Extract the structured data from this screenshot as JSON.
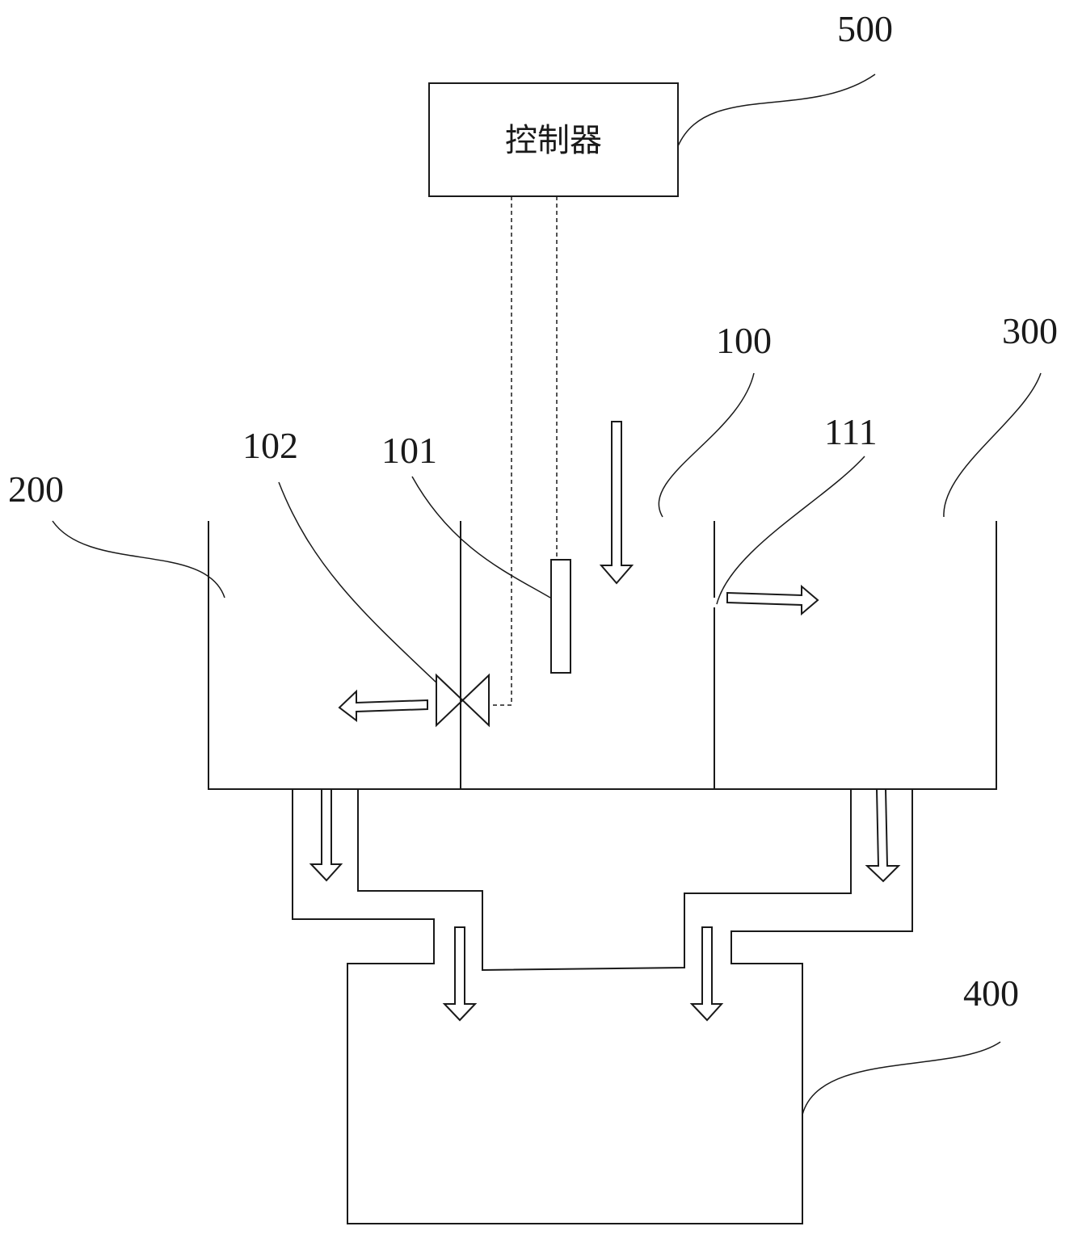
{
  "controller": {
    "label": "控制器"
  },
  "labels": {
    "ctrl": "500",
    "tank_main": "100",
    "tank_right": "300",
    "overflow": "111",
    "sensor": "101",
    "valve": "102",
    "tank_left": "200",
    "tank_bottom": "400"
  },
  "colors": {
    "stroke": "#1a1a1a",
    "background": "#ffffff"
  }
}
